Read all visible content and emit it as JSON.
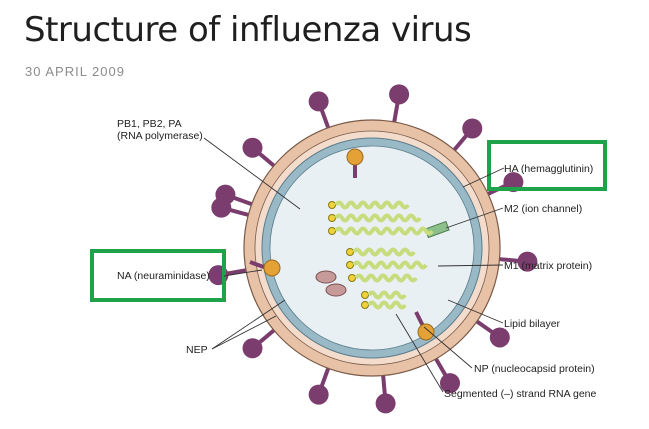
{
  "post": {
    "title": "Structure of influenza virus",
    "date": "30 APRIL 2009"
  },
  "diagram": {
    "labels": {
      "polymerase_line1": "PB1, PB2, PA",
      "polymerase_line2": "(RNA polymerase)",
      "ha": "HA (hemagglutinin)",
      "m2": "M2 (ion channel)",
      "m1": "M1 (matrix protein)",
      "lipid": "Lipid bilayer",
      "np": "NP (nucleocapsid protein)",
      "rna": "Segmented (–) strand RNA gene",
      "nep": "NEP",
      "na": "NA (neuraminidase)"
    },
    "colors": {
      "highlight_box": "#1fa34a",
      "spike": "#7a3d6e",
      "membrane_outer": "#e8c2a6",
      "membrane_inner": "#9ab9c7",
      "core": "#e9f0f3",
      "na_spike": "#e3a136",
      "rna": "#c7dc7c",
      "m2": "#8cc08a"
    }
  }
}
